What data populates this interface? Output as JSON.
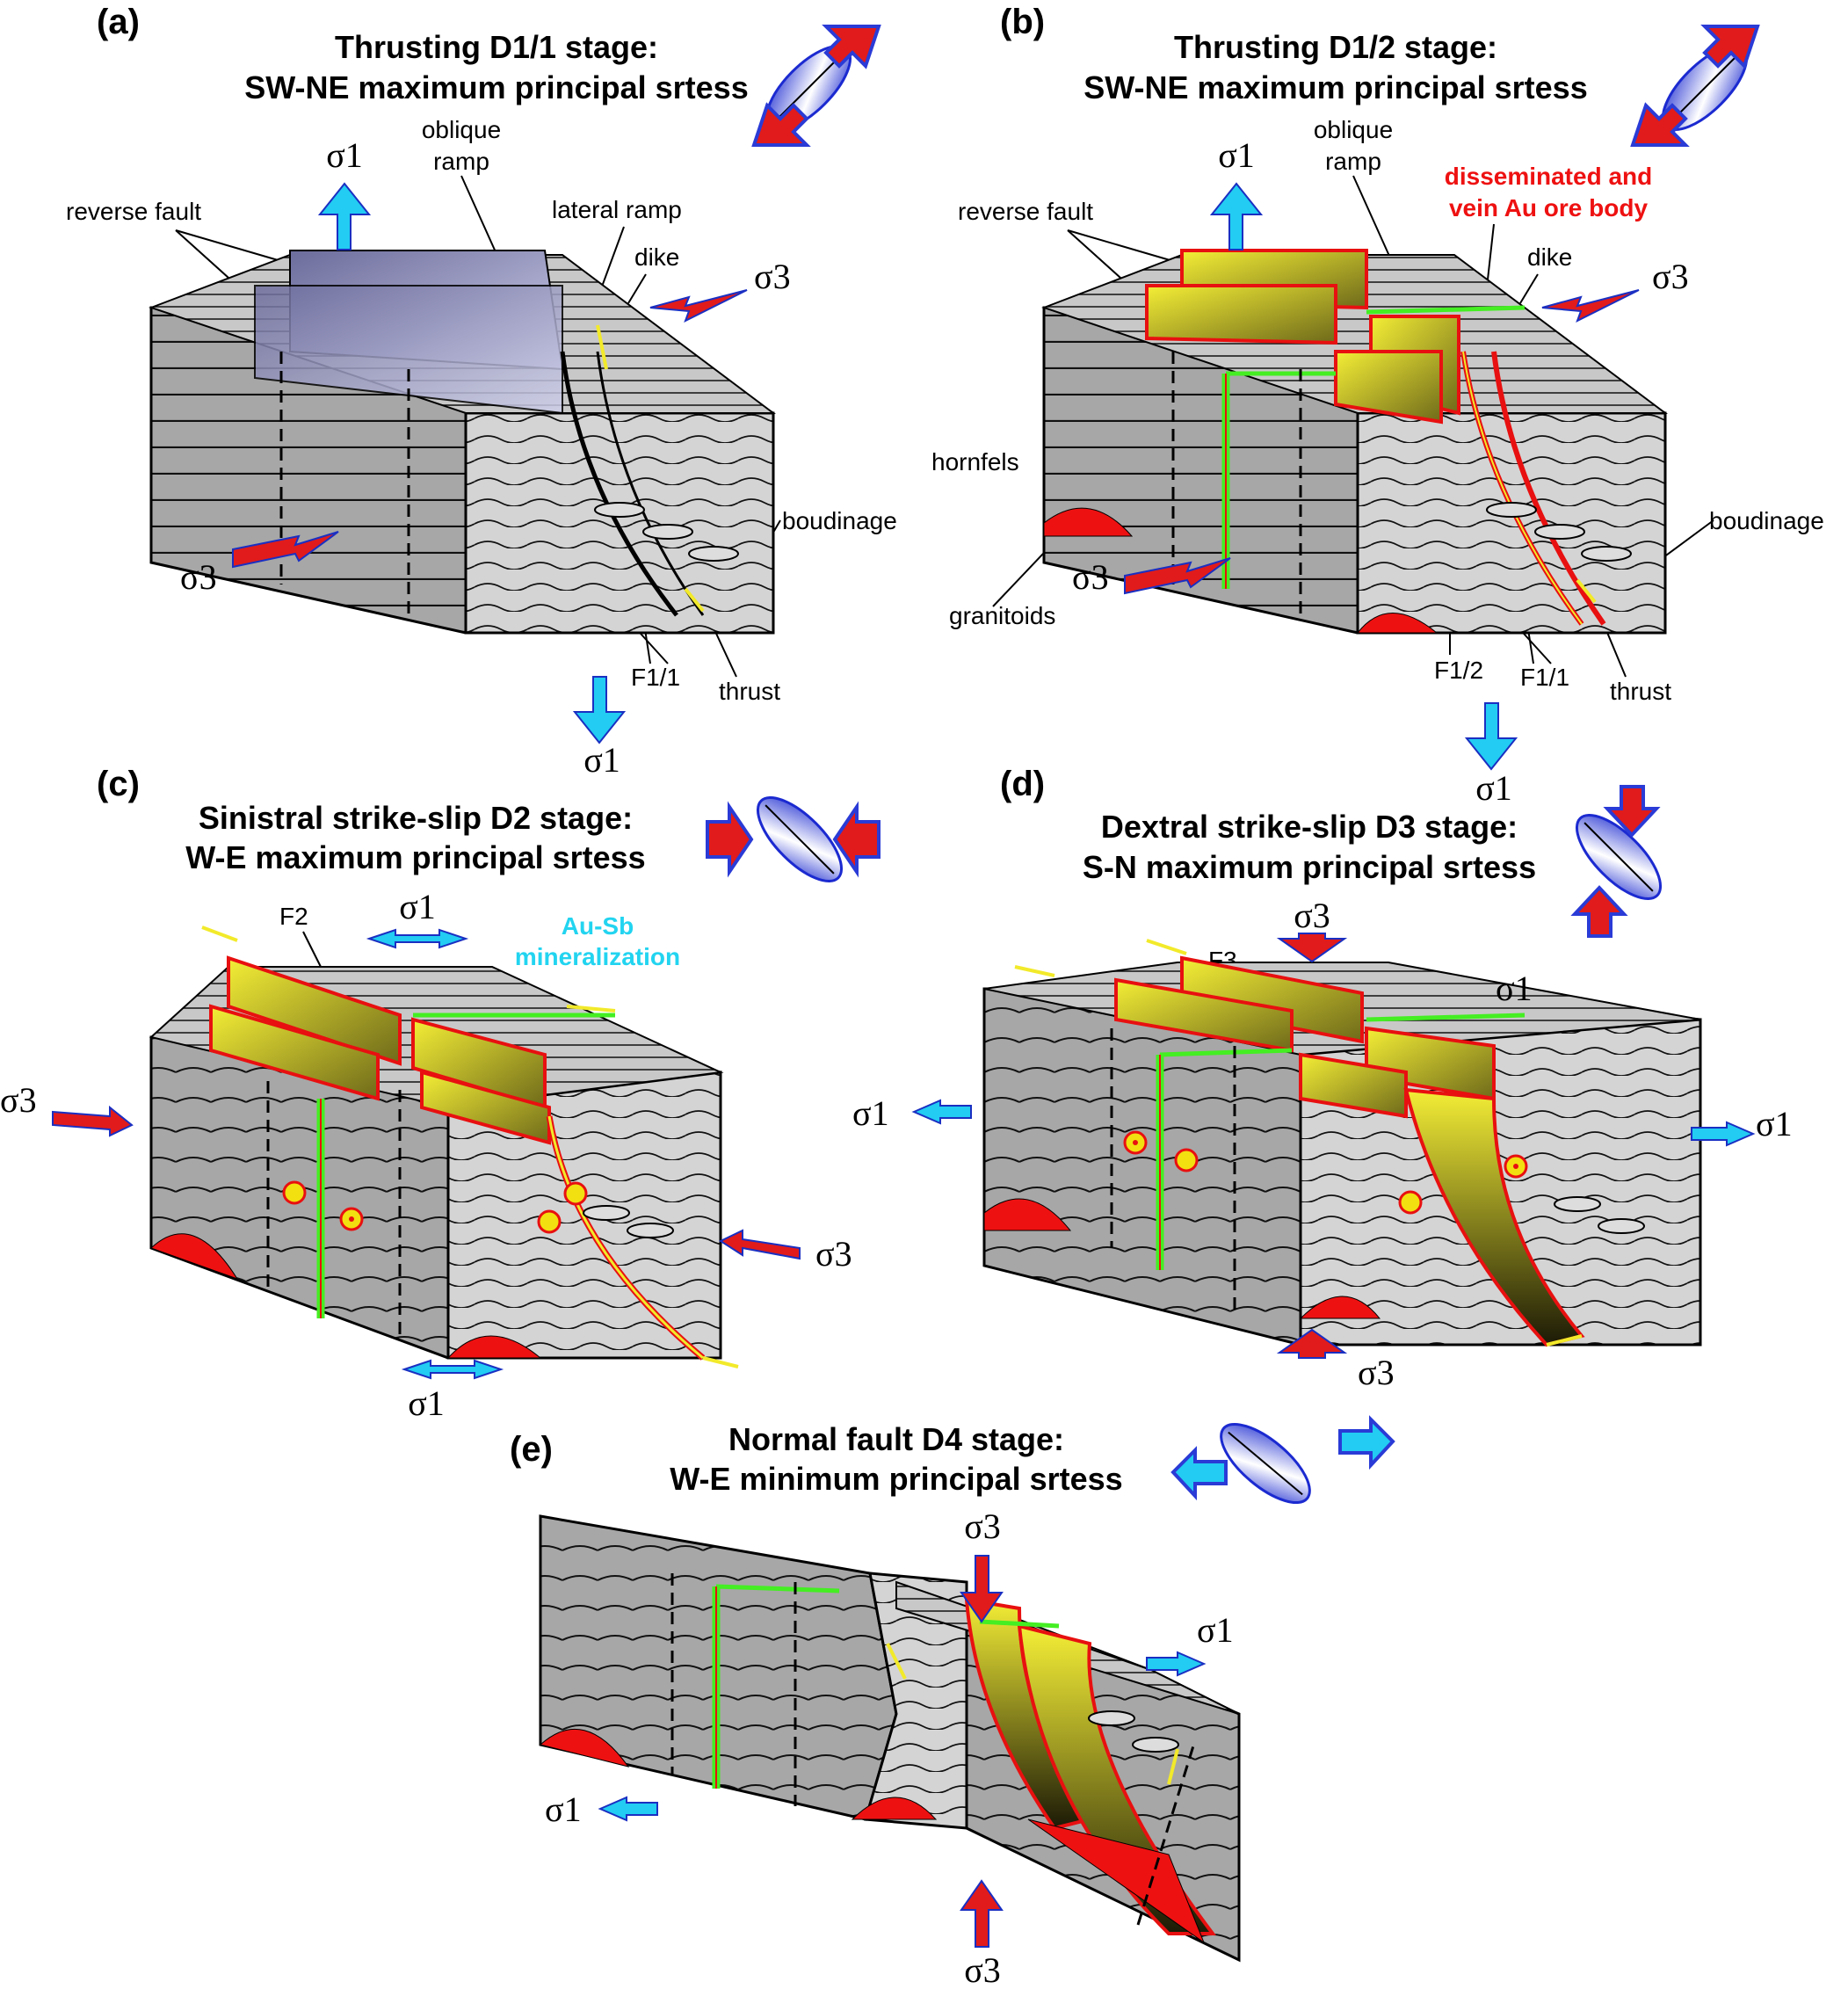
{
  "panels": {
    "a": {
      "letter": "(a)",
      "title1": "Thrusting D1/1 stage:",
      "title2": "SW-NE maximum principal srtess",
      "labels": {
        "reverse_fault": "reverse fault",
        "oblique1": "oblique",
        "oblique2": "ramp",
        "lateral_ramp": "lateral ramp",
        "dike": "dike",
        "boudinage": "boudinage",
        "f11": "F1/1",
        "thrust": "thrust"
      },
      "sigma_top": "σ1",
      "sigma_bottom": "σ1",
      "sigma_right": "σ3",
      "sigma_left": "σ3"
    },
    "b": {
      "letter": "(b)",
      "title1": "Thrusting D1/2 stage:",
      "title2": "SW-NE maximum principal srtess",
      "labels": {
        "reverse_fault": "reverse fault",
        "oblique1": "oblique",
        "oblique2": "ramp",
        "ore1": "disseminated and",
        "ore2": "vein Au ore body",
        "dike": "dike",
        "hornfels": "hornfels",
        "granitoids": "granitoids",
        "boudinage": "boudinage",
        "f12": "F1/2",
        "f11": "F1/1",
        "thrust": "thrust"
      },
      "sigma_top": "σ1",
      "sigma_bottom": "σ1",
      "sigma_right": "σ3",
      "sigma_left": "σ3"
    },
    "c": {
      "letter": "(c)",
      "title1": "Sinistral strike-slip D2 stage:",
      "title2": "W-E maximum principal srtess",
      "labels": {
        "f2": "F2",
        "ausb1": "Au-Sb",
        "ausb2": "mineralization"
      },
      "sigma_top": "σ1",
      "sigma_bottom": "σ1",
      "sigma_left": "σ3",
      "sigma_right": "σ3"
    },
    "d": {
      "letter": "(d)",
      "title1": "Dextral strike-slip D3 stage:",
      "title2": "S-N maximum principal srtess",
      "labels": {
        "f3": "F3"
      },
      "sigma_top": "σ3",
      "sigma_bottom": "σ3",
      "sigma_left": "σ1",
      "sigma_right": "σ1",
      "sigma_upper_right": "σ1"
    },
    "e": {
      "letter": "(e)",
      "title1": "Normal fault D4 stage:",
      "title2": "W-E minimum principal srtess",
      "sigma_top": "σ3",
      "sigma_bottom": "σ3",
      "sigma_left": "σ1",
      "sigma_right": "σ1"
    }
  },
  "colors": {
    "block_gray": "#a8a8a8",
    "block_light": "#d6d6d6",
    "fault_plane": "#8e8eb4",
    "ore_yellow": "#e6dc1e",
    "ore_red": "#e81010",
    "dike_green": "#44ee22",
    "granitoid_red": "#ee1111",
    "sigma_cyan": "#22ccf2",
    "sigma_red": "#e11b1b",
    "stress_blue": "#2a3bd6",
    "text_red": "#ee1111",
    "text_cyan": "#22d4f0"
  }
}
